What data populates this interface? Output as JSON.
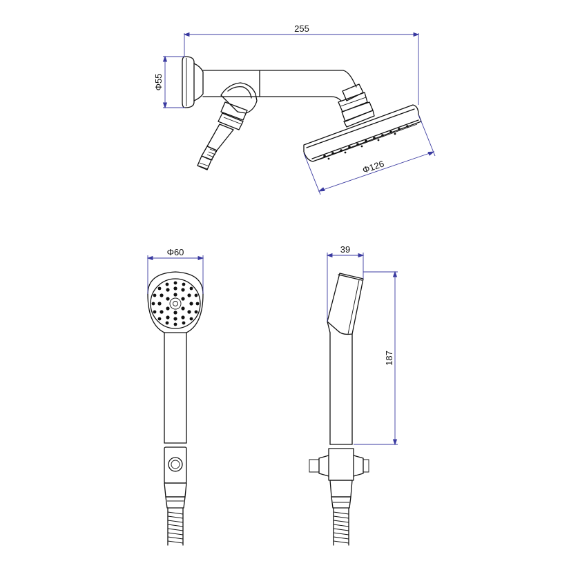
{
  "dimensions": {
    "wall_arm_length": "255",
    "flange_diameter": "Φ55",
    "head_diameter": "Φ126",
    "handshower_diameter": "Φ60",
    "handshower_depth": "39",
    "handshower_height": "187"
  }
}
